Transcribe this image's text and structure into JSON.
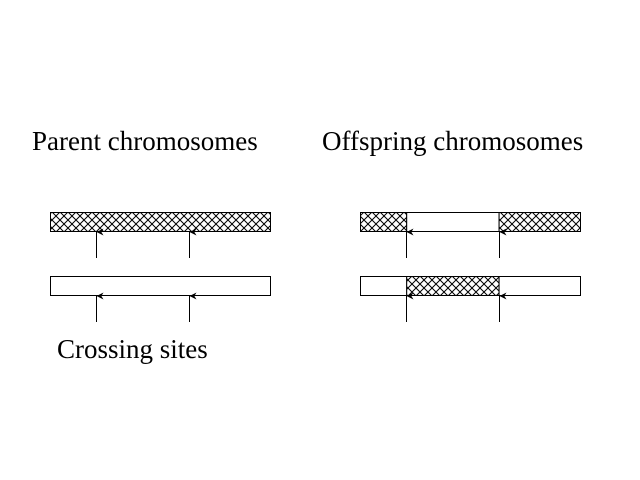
{
  "diagram": {
    "type": "chromosome-crossover",
    "headings": {
      "parent": "Parent chromosomes",
      "offspring": "Offspring chromosomes"
    },
    "caption": "Crossing sites",
    "colors": {
      "stroke": "#000000",
      "background": "#ffffff",
      "hatch": "#000000"
    },
    "crossing_sites_fraction": [
      0.21,
      0.63
    ],
    "parent_chromosomes": [
      {
        "name": "parent-1",
        "segments": [
          {
            "from": 0.0,
            "to": 1.0,
            "pattern": "hatched"
          }
        ]
      },
      {
        "name": "parent-2",
        "segments": [
          {
            "from": 0.0,
            "to": 1.0,
            "pattern": "plain"
          }
        ]
      }
    ],
    "offspring_chromosomes": [
      {
        "name": "offspring-1",
        "segments": [
          {
            "from": 0.0,
            "to": 0.21,
            "pattern": "hatched"
          },
          {
            "from": 0.21,
            "to": 0.63,
            "pattern": "plain"
          },
          {
            "from": 0.63,
            "to": 1.0,
            "pattern": "hatched"
          }
        ]
      },
      {
        "name": "offspring-2",
        "segments": [
          {
            "from": 0.0,
            "to": 0.21,
            "pattern": "plain"
          },
          {
            "from": 0.21,
            "to": 0.63,
            "pattern": "hatched"
          },
          {
            "from": 0.63,
            "to": 1.0,
            "pattern": "plain"
          }
        ]
      }
    ]
  }
}
